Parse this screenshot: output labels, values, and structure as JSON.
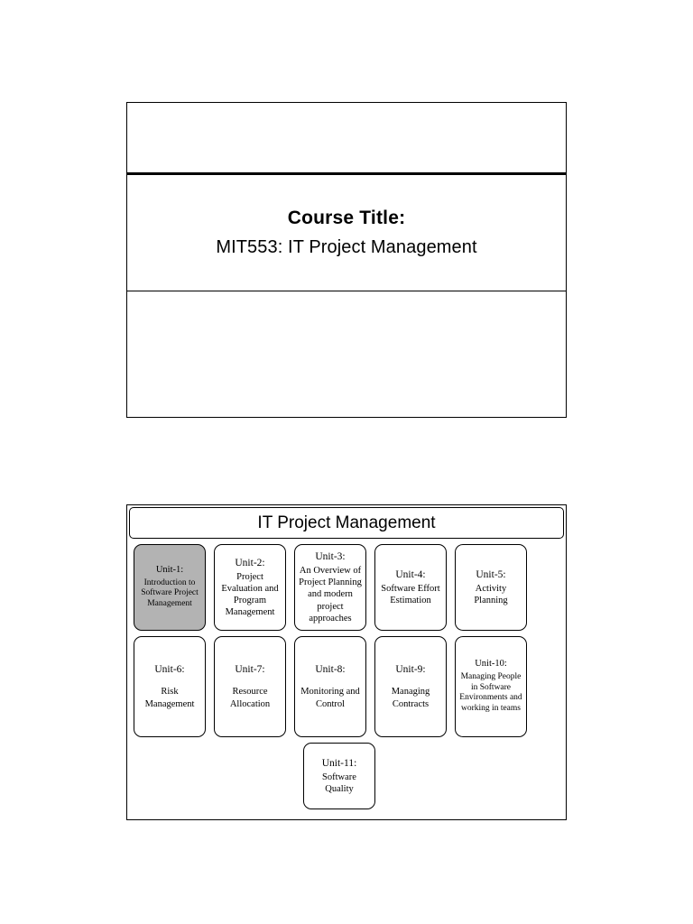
{
  "slide1": {
    "title": "Course Title:",
    "subtitle": "MIT553: IT Project Management"
  },
  "slide2": {
    "header": "IT Project Management",
    "rows": [
      [
        {
          "label": "Unit-1:",
          "desc": "Introduction to Software Project Management",
          "highlight": true,
          "size": "small",
          "height": "h1"
        },
        {
          "label": "Unit-2:",
          "desc": "Project Evaluation and Program Management",
          "highlight": false,
          "size": "normal",
          "height": "h1"
        },
        {
          "label": "Unit-3:",
          "desc": "An Overview of Project Planning and modern project approaches",
          "highlight": false,
          "size": "normal",
          "height": "h1"
        },
        {
          "label": "Unit-4:",
          "desc": "Software Effort Estimation",
          "highlight": false,
          "size": "normal",
          "height": "h1"
        },
        {
          "label": "Unit-5:",
          "desc": "Activity Planning",
          "highlight": false,
          "size": "normal",
          "height": "h1"
        }
      ],
      [
        {
          "label": "Unit-6:",
          "desc": "Risk Management",
          "highlight": false,
          "size": "normal",
          "height": "h2",
          "gapTop": true
        },
        {
          "label": "Unit-7:",
          "desc": "Resource Allocation",
          "highlight": false,
          "size": "normal",
          "height": "h2",
          "gapTop": true
        },
        {
          "label": "Unit-8:",
          "desc": "Monitoring and Control",
          "highlight": false,
          "size": "normal",
          "height": "h2",
          "gapTop": true
        },
        {
          "label": "Unit-9:",
          "desc": "Managing Contracts",
          "highlight": false,
          "size": "normal",
          "height": "h2",
          "gapTop": true
        },
        {
          "label": "Unit-10:",
          "desc": "Managing People in Software Environments and working in teams",
          "highlight": false,
          "size": "small",
          "height": "h2"
        }
      ],
      [
        {
          "label": "Unit-11:",
          "desc": "Software Quality",
          "highlight": false,
          "size": "normal",
          "height": "h3"
        }
      ]
    ]
  }
}
